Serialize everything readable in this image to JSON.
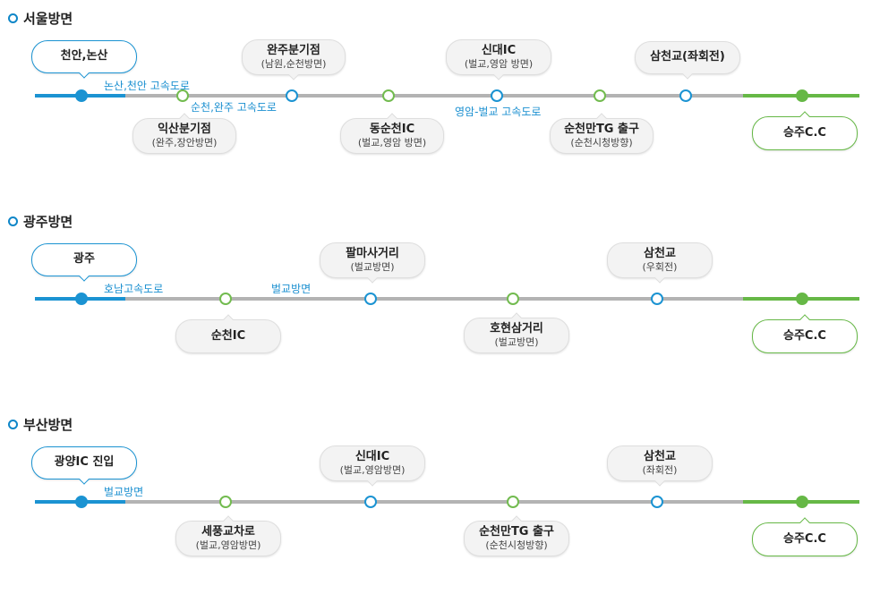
{
  "sections": [
    {
      "title": "서울방면",
      "start": {
        "name": "천안,논산",
        "sub": ""
      },
      "end": {
        "name": "승주C.C",
        "sub": ""
      },
      "roads": [
        "논산,천안 고속도로",
        "순천,완주 고속도로",
        "영암-벌교 고속도로"
      ],
      "stops": [
        {
          "name": "익산분기점",
          "sub": "(완주,장안방면)",
          "color": "green",
          "pos": "below"
        },
        {
          "name": "완주분기점",
          "sub": "(남원,순천방면)",
          "color": "blue",
          "pos": "above"
        },
        {
          "name": "동순천IC",
          "sub": "(벌교,영암 방면)",
          "color": "green",
          "pos": "below"
        },
        {
          "name": "신대IC",
          "sub": "(벌교,영암 방면)",
          "color": "blue",
          "pos": "above"
        },
        {
          "name": "순천만TG 출구",
          "sub": "(순천시청방향)",
          "color": "green",
          "pos": "below"
        },
        {
          "name": "삼천교(좌회전)",
          "sub": "",
          "color": "blue",
          "pos": "above"
        }
      ]
    },
    {
      "title": "광주방면",
      "start": {
        "name": "광주",
        "sub": ""
      },
      "end": {
        "name": "승주C.C",
        "sub": ""
      },
      "roads": [
        "호남고속도로",
        "벌교방면"
      ],
      "stops": [
        {
          "name": "순천IC",
          "sub": "",
          "color": "green",
          "pos": "below"
        },
        {
          "name": "팔마사거리",
          "sub": "(벌교방면)",
          "color": "blue",
          "pos": "above"
        },
        {
          "name": "호현삼거리",
          "sub": "(벌교방면)",
          "color": "green",
          "pos": "below"
        },
        {
          "name": "삼천교",
          "sub": "(우회전)",
          "color": "blue",
          "pos": "above"
        }
      ]
    },
    {
      "title": "부산방면",
      "start": {
        "name": "광양IC 진입",
        "sub": ""
      },
      "end": {
        "name": "승주C.C",
        "sub": ""
      },
      "roads": [
        "벌교방면"
      ],
      "stops": [
        {
          "name": "세풍교차로",
          "sub": "(벌교,영암방면)",
          "color": "green",
          "pos": "below"
        },
        {
          "name": "신대IC",
          "sub": "(벌교,영암방면)",
          "color": "blue",
          "pos": "above"
        },
        {
          "name": "순천만TG 출구",
          "sub": "(순천시청방향)",
          "color": "green",
          "pos": "below"
        },
        {
          "name": "삼천교",
          "sub": "(좌회전)",
          "color": "blue",
          "pos": "above"
        }
      ]
    }
  ],
  "colors": {
    "blue": "#1b93d2",
    "green": "#66b846",
    "gray": "#b3b3b3"
  }
}
